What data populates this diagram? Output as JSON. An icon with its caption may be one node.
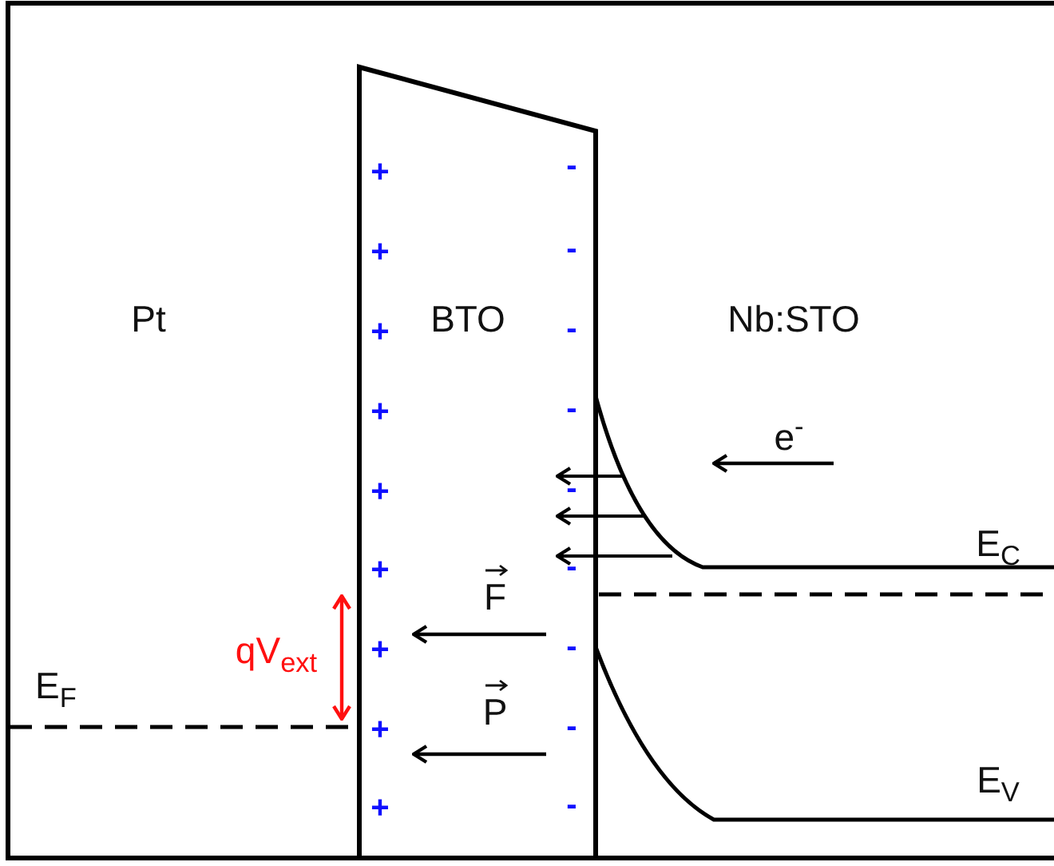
{
  "diagram": {
    "labels": [
      "+",
      "-",
      "+",
      "-",
      "Pt",
      "+",
      "BTO",
      "-",
      "Nb:STO",
      "+",
      "-",
      "e$^{-}$",
      "+",
      "-",
      "+",
      "-",
      "E$_{C}$",
      "F",
      "qV$_{ext}$",
      "+",
      "-",
      "E$_{F}$",
      "P",
      "+",
      "-",
      "E$_{V}$",
      "+",
      "-"
    ]
  }
}
